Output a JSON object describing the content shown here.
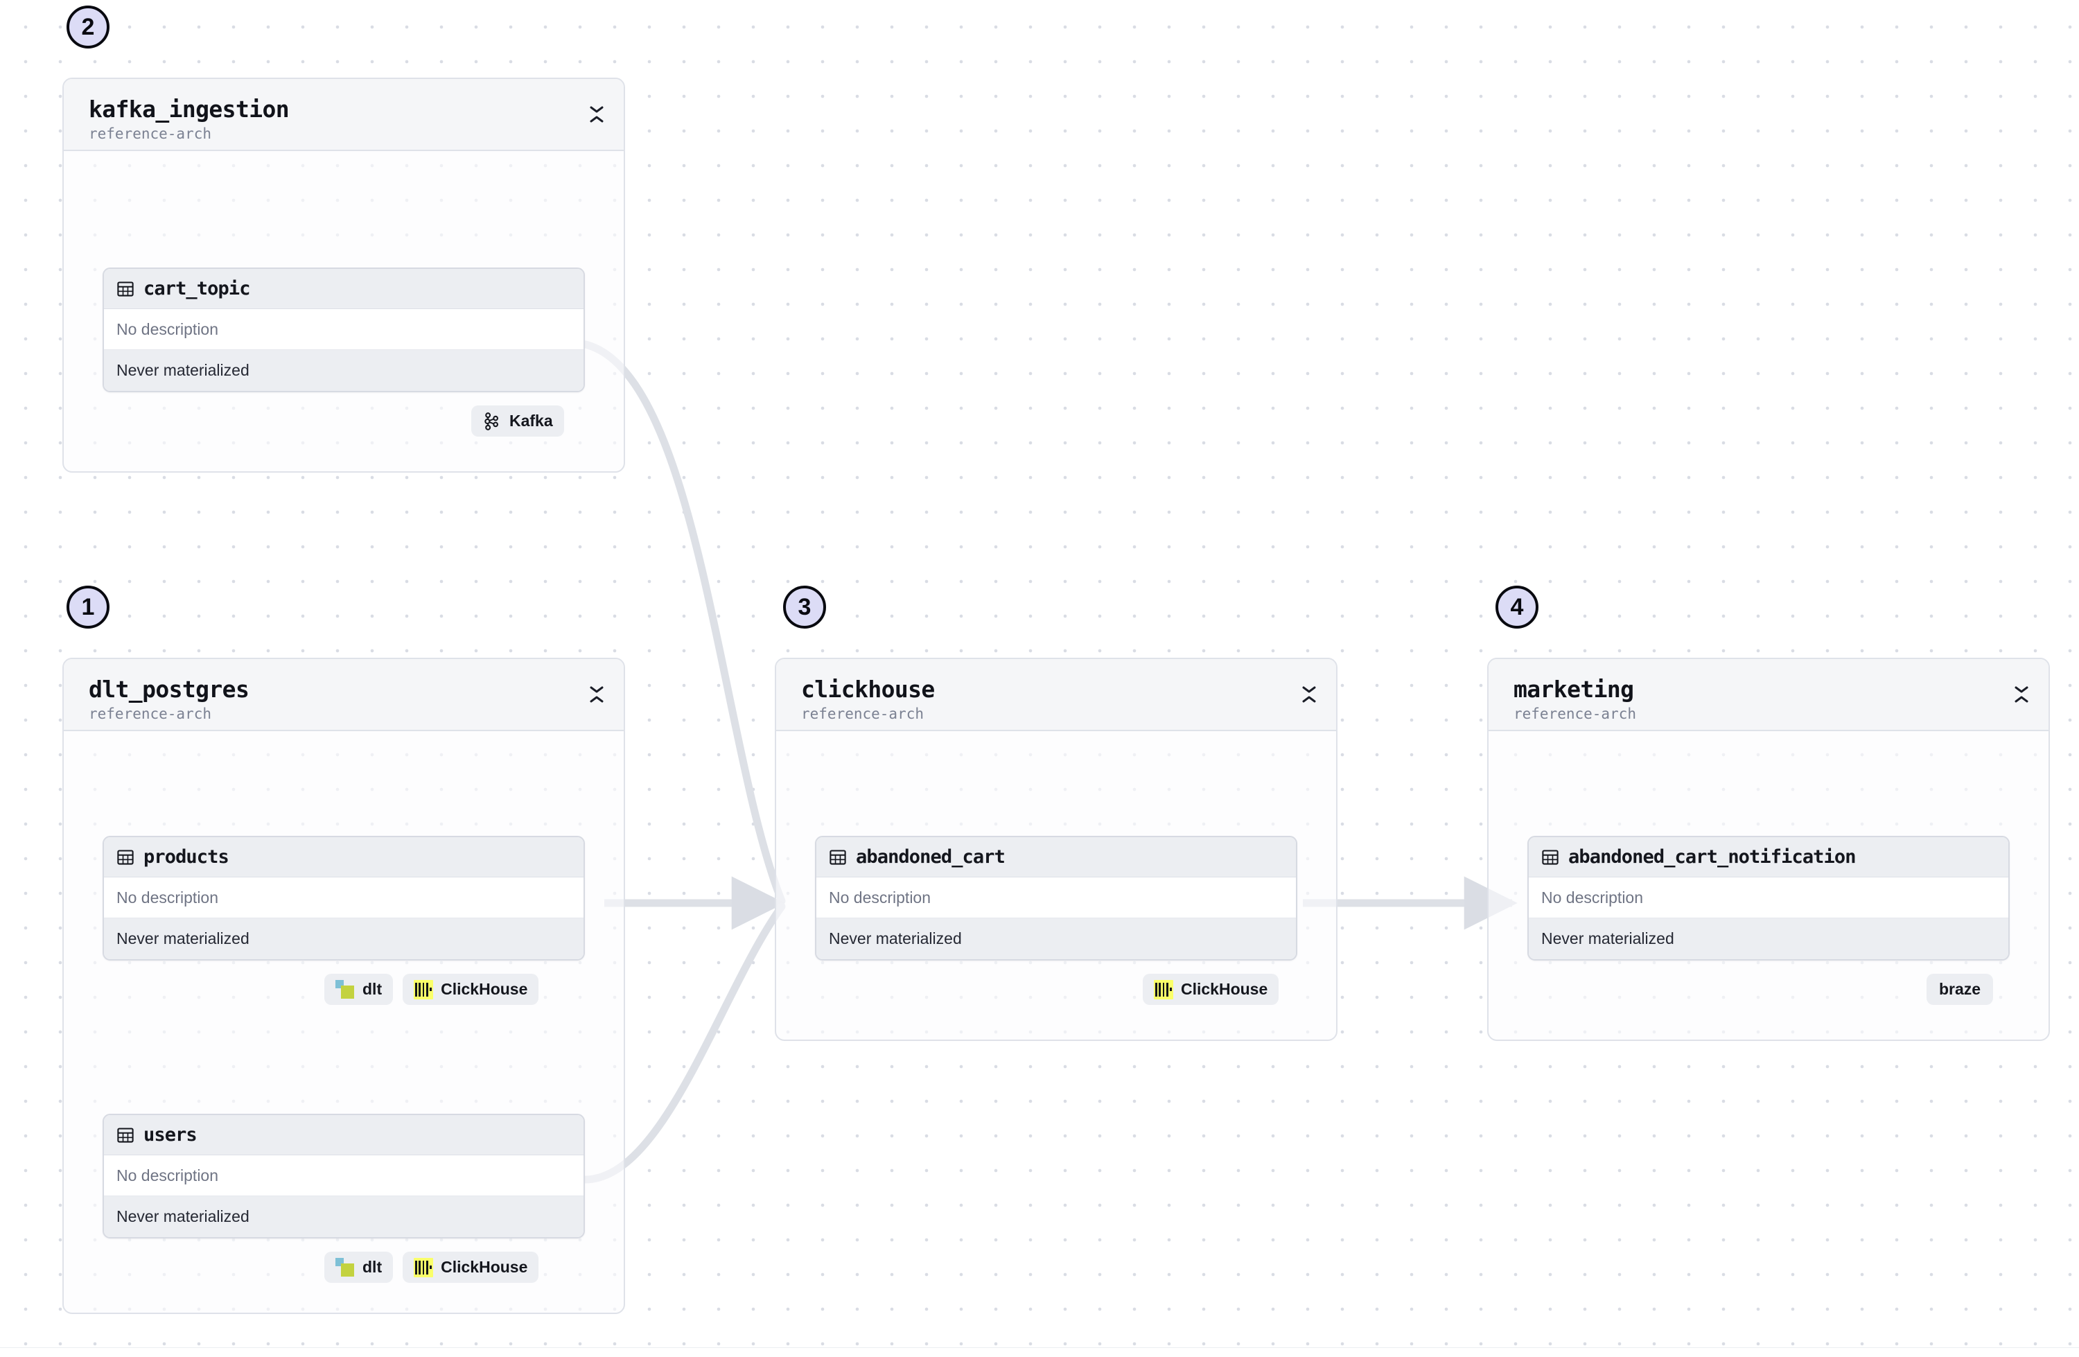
{
  "canvas": {
    "background": "#ffffff",
    "dot_color": "#d9dce4",
    "edge_color": "#dde0e6",
    "accent_badge_fill": "#dcdcf6"
  },
  "labels": {
    "no_description": "No description",
    "never_materialized": "Never materialized"
  },
  "groups": [
    {
      "step": "2",
      "title": "kafka_ingestion",
      "subtitle": "reference-arch",
      "collapse_icon": "collapse-vertical-icon",
      "assets": [
        {
          "name": "cart_topic",
          "icon": "table-icon",
          "description": "No description",
          "status": "Never materialized",
          "badges": [
            {
              "label": "Kafka",
              "icon": "kafka-logo-icon"
            }
          ]
        }
      ]
    },
    {
      "step": "1",
      "title": "dlt_postgres",
      "subtitle": "reference-arch",
      "collapse_icon": "collapse-vertical-icon",
      "assets": [
        {
          "name": "products",
          "icon": "table-icon",
          "description": "No description",
          "status": "Never materialized",
          "badges": [
            {
              "label": "dlt",
              "icon": "dlt-logo-icon"
            },
            {
              "label": "ClickHouse",
              "icon": "clickhouse-logo-icon"
            }
          ]
        },
        {
          "name": "users",
          "icon": "table-icon",
          "description": "No description",
          "status": "Never materialized",
          "badges": [
            {
              "label": "dlt",
              "icon": "dlt-logo-icon"
            },
            {
              "label": "ClickHouse",
              "icon": "clickhouse-logo-icon"
            }
          ]
        }
      ]
    },
    {
      "step": "3",
      "title": "clickhouse",
      "subtitle": "reference-arch",
      "collapse_icon": "collapse-vertical-icon",
      "assets": [
        {
          "name": "abandoned_cart",
          "icon": "table-icon",
          "description": "No description",
          "status": "Never materialized",
          "badges": [
            {
              "label": "ClickHouse",
              "icon": "clickhouse-logo-icon"
            }
          ]
        }
      ]
    },
    {
      "step": "4",
      "title": "marketing",
      "subtitle": "reference-arch",
      "collapse_icon": "collapse-vertical-icon",
      "assets": [
        {
          "name": "abandoned_cart_notification",
          "icon": "table-icon",
          "description": "No description",
          "status": "Never materialized",
          "badges": [
            {
              "label": "braze",
              "icon": "none"
            }
          ]
        }
      ]
    }
  ],
  "edges": [
    {
      "from": "cart_topic",
      "to": "abandoned_cart",
      "style": "curved"
    },
    {
      "from": "products",
      "to": "abandoned_cart",
      "style": "straight"
    },
    {
      "from": "users",
      "to": "abandoned_cart",
      "style": "curved"
    },
    {
      "from": "abandoned_cart",
      "to": "abandoned_cart_notification",
      "style": "straight"
    }
  ]
}
